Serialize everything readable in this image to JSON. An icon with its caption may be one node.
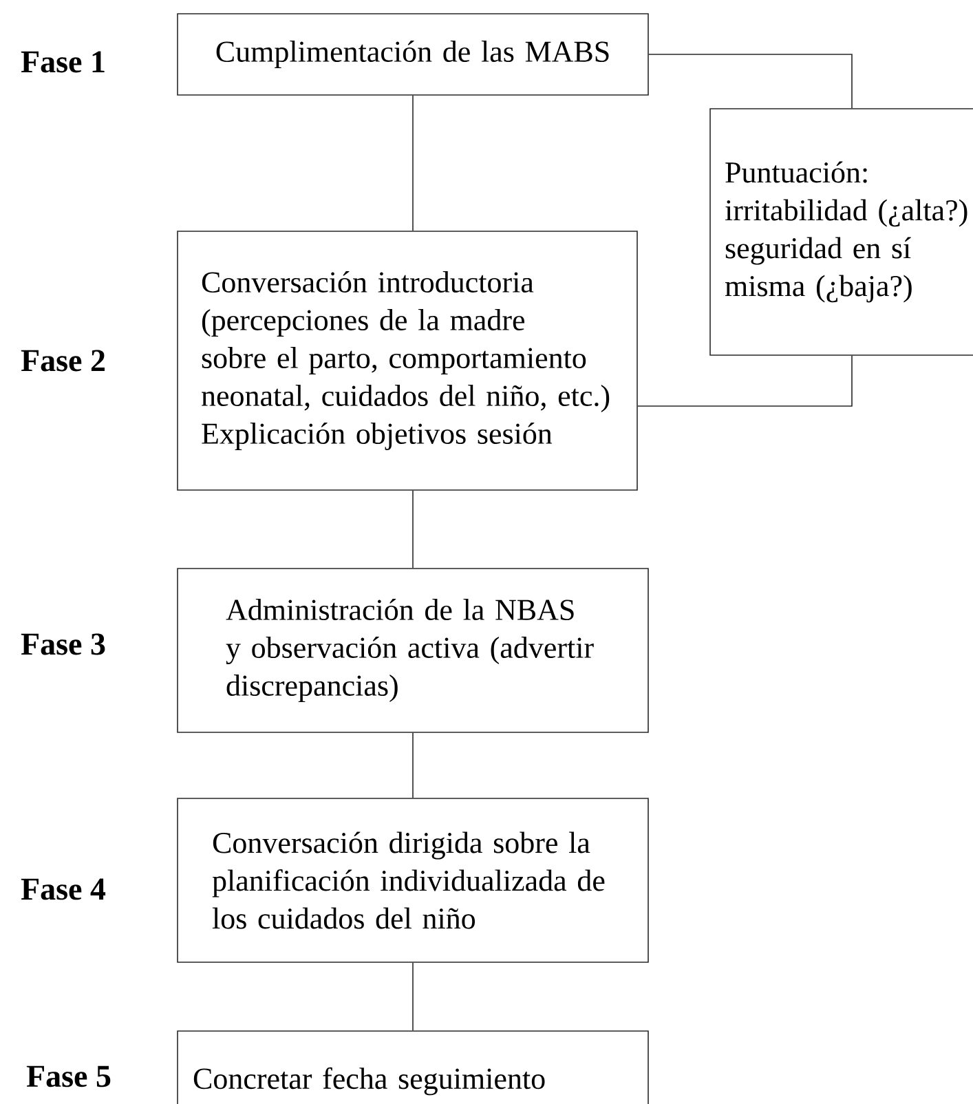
{
  "diagram": {
    "nodes": [
      {
        "text": [
          "Cumplimentación de las MABS"
        ]
      },
      {
        "text": [
          "Puntuación: irritabilidad (¿alta?) seguridad en sí misma (¿baja?)"
        ]
      },
      {
        "text": [
          "Conversación introductoria (percepciones de la madre sobre el parto, comportamiento neonatal, cuidados del niño, etc.)",
          "Explicación objetivos sesión"
        ]
      },
      {
        "text": [
          "Administración de la NBAS y observación activa (advertir discrepancias)"
        ]
      },
      {
        "text": [
          "Conversación dirigida sobre la planificación individualizada de los cuidados del niño"
        ]
      },
      {
        "text": [
          "Concretar fecha seguimiento"
        ]
      }
    ],
    "edges": [
      {
        "from": 0,
        "to": 1,
        "arrow": "none"
      },
      {
        "from": 1,
        "to": 2,
        "arrow": "none"
      },
      {
        "from": 0,
        "to": 2,
        "arrow": "none"
      },
      {
        "from": 2,
        "to": 3,
        "arrow": "none"
      },
      {
        "from": 3,
        "to": 4,
        "arrow": "none"
      },
      {
        "from": 4,
        "to": 5,
        "arrow": "none"
      }
    ],
    "labels": [
      "Fase 1",
      "Fase 2",
      "Fase 3",
      "Fase 4",
      "Fase 5"
    ]
  }
}
